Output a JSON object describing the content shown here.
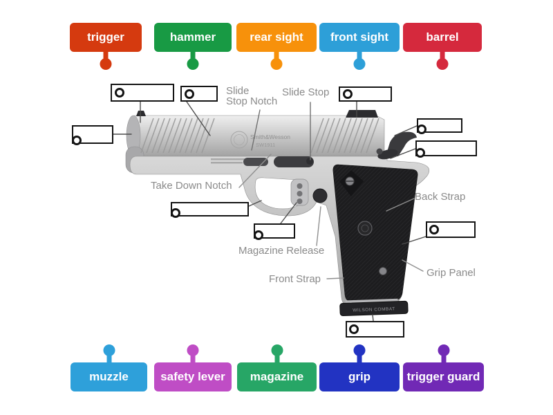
{
  "top_labels": [
    {
      "label": "trigger",
      "color": "#d53a0f",
      "style": "--c:#d53a0f"
    },
    {
      "label": "hammer",
      "color": "#189a44",
      "style": "--c:#189a44"
    },
    {
      "label": "rear sight",
      "color": "#f7910b",
      "style": "--c:#f7910b"
    },
    {
      "label": "front sight",
      "color": "#2d9fd8",
      "style": "--c:#2d9fd8"
    },
    {
      "label": "barrel",
      "color": "#d5293d",
      "style": "--c:#d5293d"
    }
  ],
  "bottom_labels": [
    {
      "label": "muzzle",
      "color": "#2ea0da",
      "style": "--c:#2ea0da"
    },
    {
      "label": "safety lever",
      "color": "#bf4dc5",
      "style": "--c:#bf4dc5"
    },
    {
      "label": "magazine",
      "color": "#27a666",
      "style": "--c:#27a666"
    },
    {
      "label": "grip",
      "color": "#2233c2",
      "style": "--c:#2233c2"
    },
    {
      "label": "trigger guard",
      "color": "#7129b5",
      "style": "--c:#7129b5"
    }
  ],
  "annotations": {
    "slide_stop_notch_line1": "Slide",
    "slide_stop_notch_line2": "Stop Notch",
    "slide_stop": "Slide Stop",
    "take_down_notch": "Take Down Notch",
    "magazine_release": "Magazine Release",
    "back_strap": "Back Strap",
    "front_strap": "Front Strap",
    "grip_panel": "Grip Panel"
  },
  "engravings": {
    "slide_line1": "Smith&Wesson",
    "slide_line2": "SW1911",
    "magazine_pad": "WILSON COMBAT"
  },
  "ui_colors": {
    "annotation_text": "#8a8a8a",
    "drop_zone_border": "#141414",
    "connector_line": "#4b4b4b",
    "pointer_line": "#8f8f8f"
  }
}
